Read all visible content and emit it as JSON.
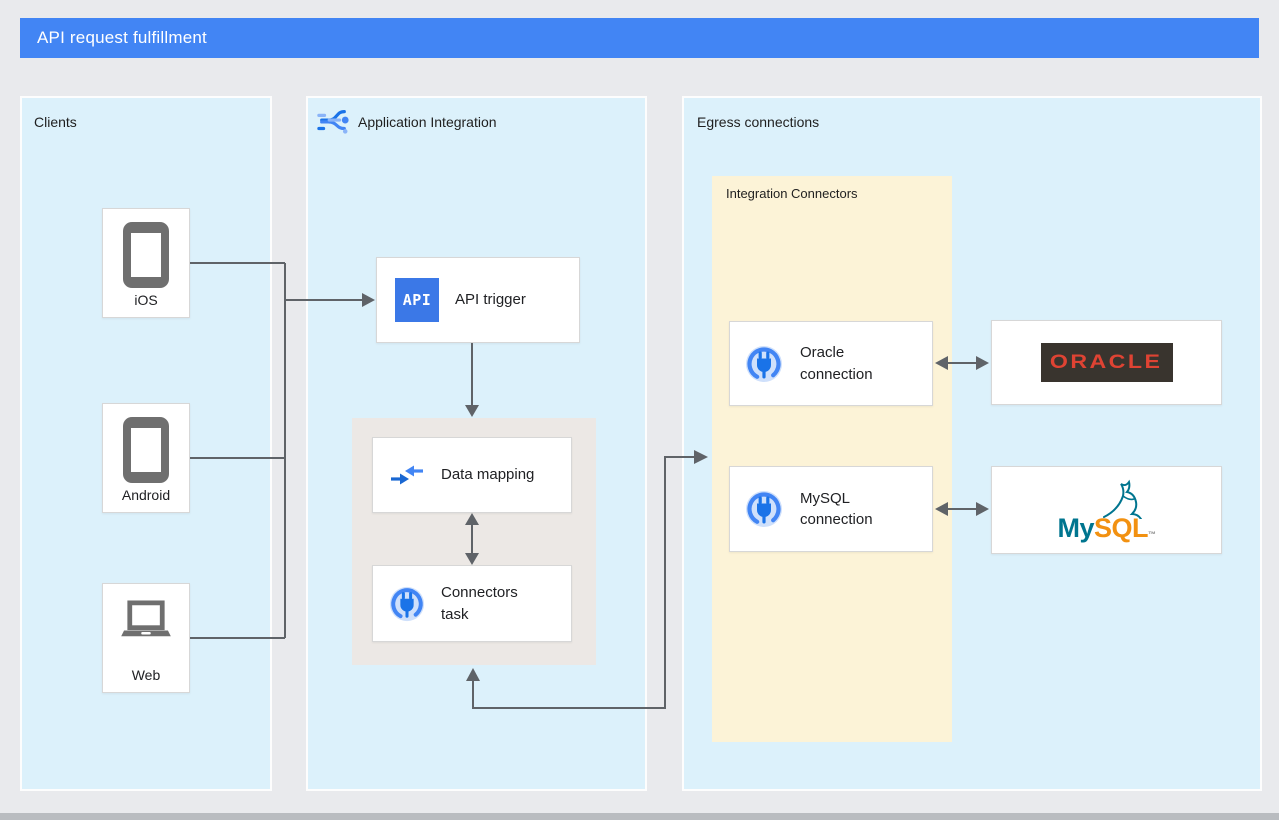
{
  "header": {
    "title": "API request fulfillment"
  },
  "panels": {
    "clients": {
      "label": "Clients"
    },
    "app_integration": {
      "label": "Application Integration"
    },
    "egress": {
      "label": "Egress connections"
    }
  },
  "clients": {
    "devices": [
      {
        "label": "iOS",
        "icon": "phone-icon"
      },
      {
        "label": "Android",
        "icon": "phone-icon"
      },
      {
        "label": "Web",
        "icon": "laptop-icon"
      }
    ]
  },
  "app_integration": {
    "api_trigger": {
      "icon_text": "API",
      "label": "API trigger"
    },
    "data_mapping": {
      "label": "Data mapping",
      "icon": "data-mapping-arrows-icon"
    },
    "connectors_task": {
      "label": "Connectors task",
      "icon": "connector-plug-icon"
    }
  },
  "egress": {
    "integration_connectors_label": "Integration Connectors",
    "oracle_connection": {
      "label": "Oracle connection",
      "icon": "connector-plug-icon"
    },
    "mysql_connection": {
      "label": "MySQL connection",
      "icon": "connector-plug-icon"
    },
    "oracle_logo": {
      "text": "ORACLE"
    },
    "mysql_logo": {
      "my": "My",
      "sql": "SQL",
      "tm": "™"
    }
  },
  "colors": {
    "header_bg": "#4285F4",
    "panel_blue": "#DCF1FB",
    "panel_yellow": "#FCF3D7",
    "group_grey": "#ECE8E5",
    "wire_grey": "#5F6368",
    "device_grey": "#6F6F6F",
    "api_icon_blue": "#3B78E7",
    "plug_blue": "#1A73E8",
    "plug_ring_blue": "#4285F4",
    "oracle_red": "#DF4333",
    "oracle_dark": "#39342E",
    "mysql_teal": "#00758F",
    "mysql_orange": "#F29111"
  }
}
